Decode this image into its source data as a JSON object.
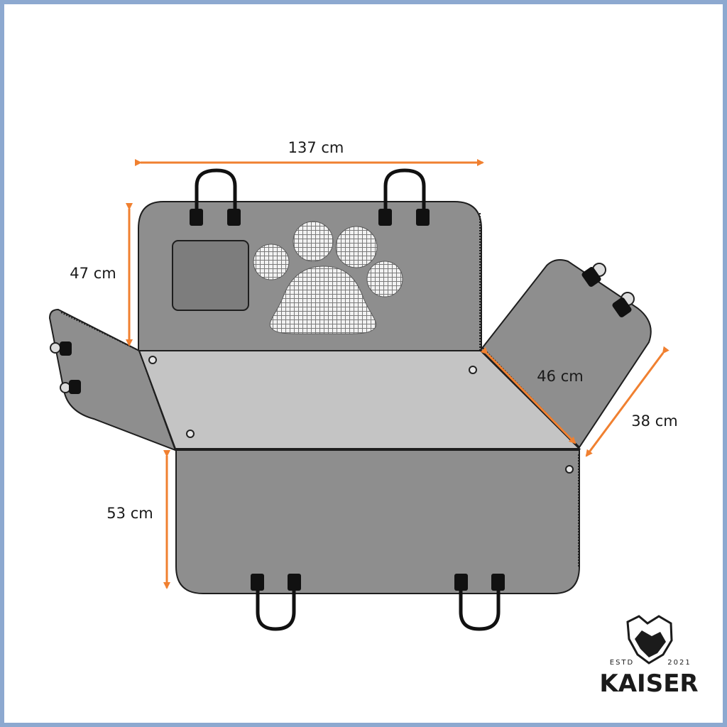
{
  "dimensions": {
    "width": "137 cm",
    "back_height": "47 cm",
    "seat_depth": "53 cm",
    "side_flap_length": "46 cm",
    "side_flap_width": "38 cm"
  },
  "brand": {
    "estd_label": "ESTD",
    "year": "2021",
    "name": "KAISER"
  },
  "colors": {
    "border": "#8da9d0",
    "arrow": "#f08030",
    "panel": "#8e8e8e",
    "seat": "#c4c4c4",
    "outline": "#1e1e1e"
  },
  "icons": [
    "paw-mesh-icon",
    "kaiser-dog-logo-icon"
  ]
}
